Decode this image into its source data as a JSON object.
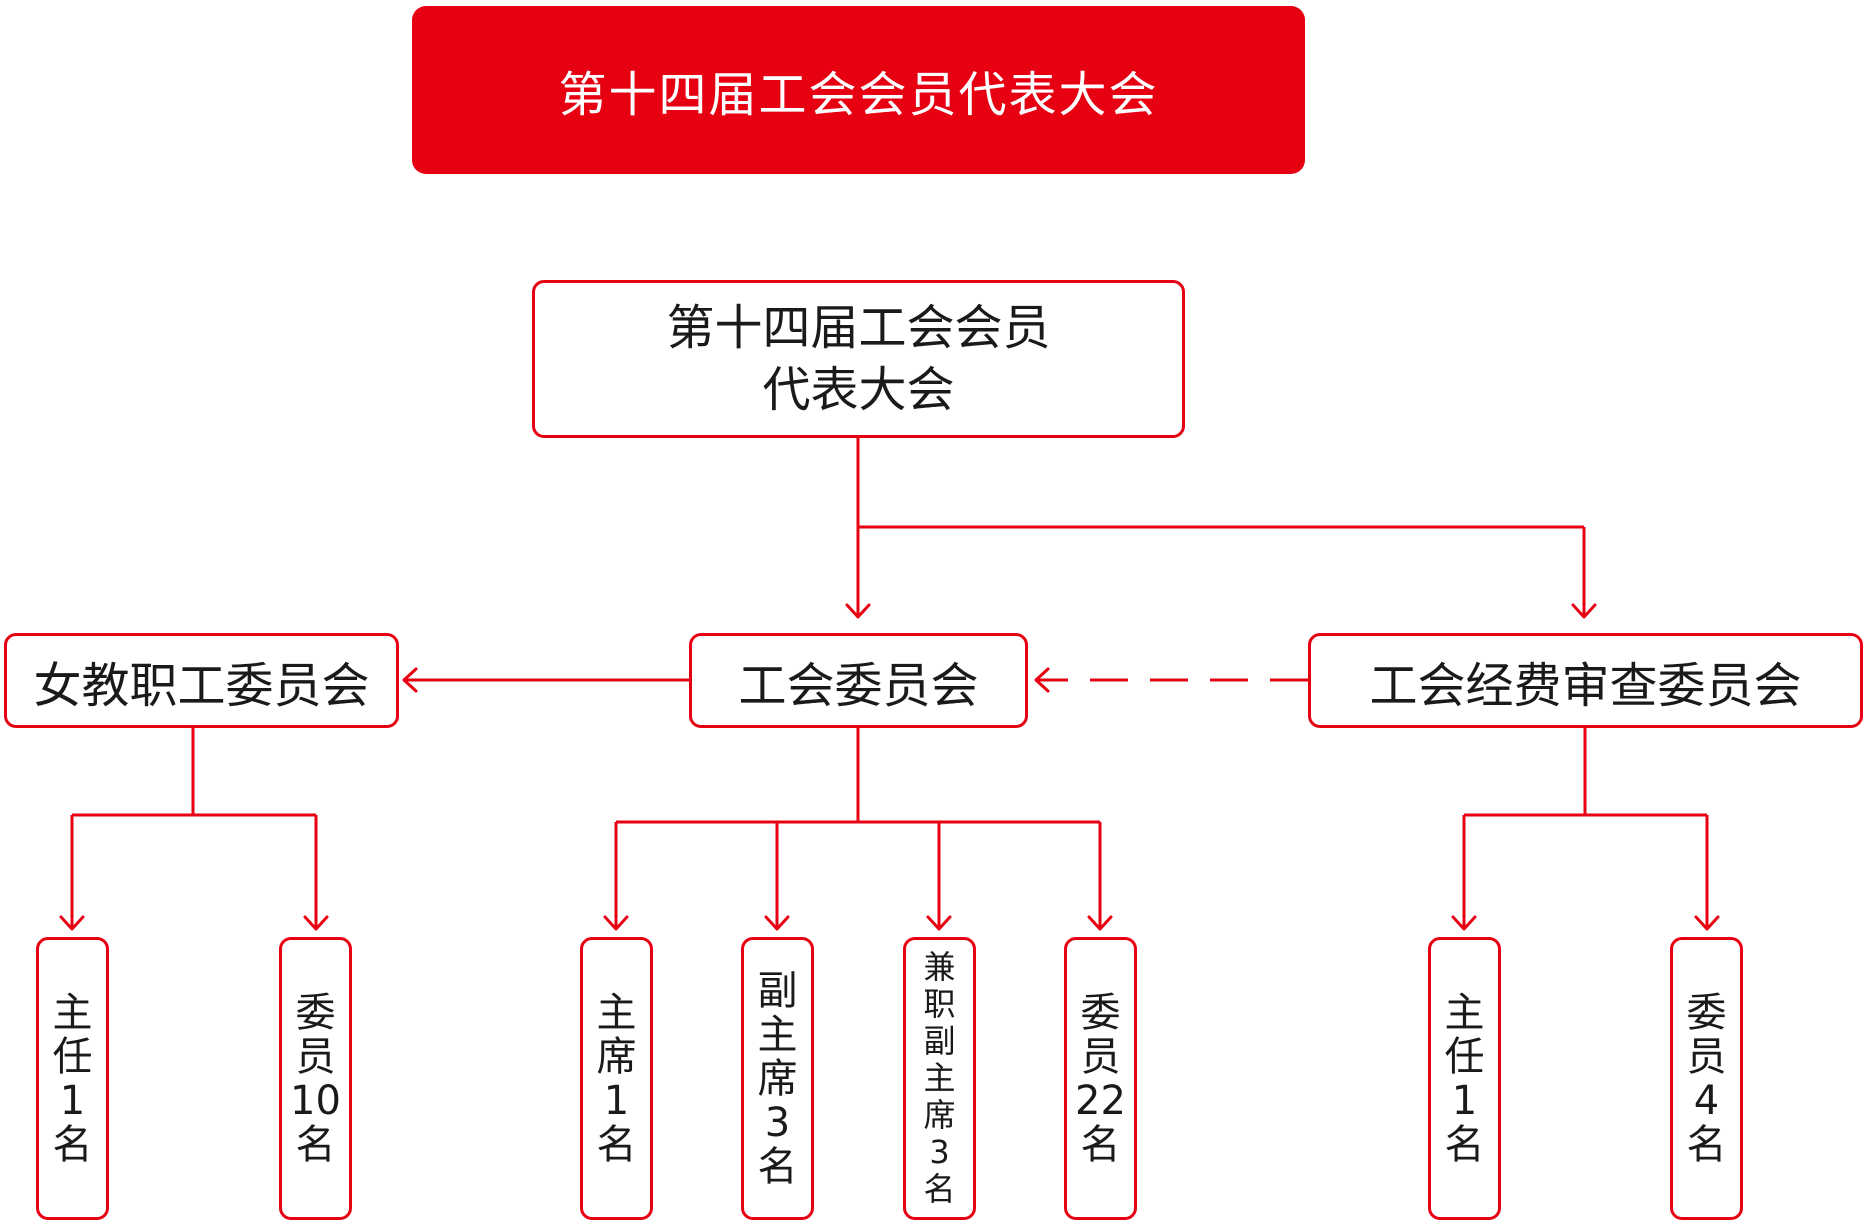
{
  "banner": {
    "title": "第十四届工会会员代表大会"
  },
  "root": {
    "line1": "第十四届工会会员",
    "line2": "代表大会"
  },
  "committees": {
    "women": "女教职工委员会",
    "union": "工会委员会",
    "audit": "工会经费审查委员会"
  },
  "leaves": {
    "women_chair": [
      "主",
      "任",
      "1",
      "名"
    ],
    "women_member": [
      "委",
      "员",
      "10",
      "名"
    ],
    "union_chair": [
      "主",
      "席",
      "1",
      "名"
    ],
    "union_vice": [
      "副",
      "主",
      "席",
      "3",
      "名"
    ],
    "union_parttime_vice": [
      "兼",
      "职",
      "副",
      "主",
      "席",
      "3",
      "名"
    ],
    "union_member": [
      "委",
      "员",
      "22",
      "名"
    ],
    "audit_chair": [
      "主",
      "任",
      "1",
      "名"
    ],
    "audit_member": [
      "委",
      "员",
      "4",
      "名"
    ]
  },
  "colors": {
    "accent": "#e60012",
    "text": "#1a1a1a"
  }
}
